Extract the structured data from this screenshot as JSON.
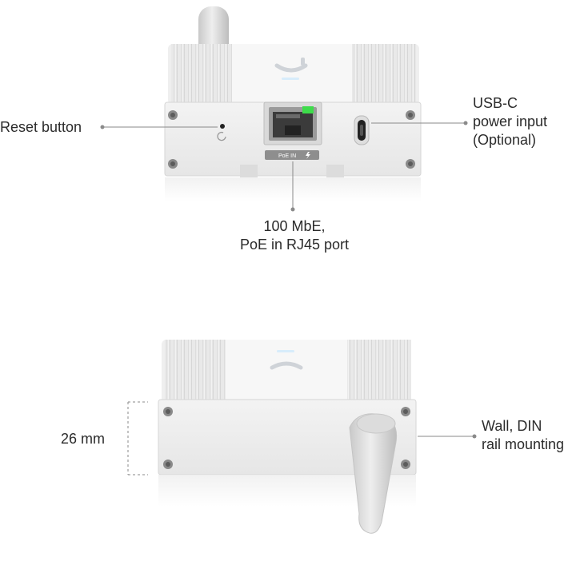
{
  "callouts": {
    "reset_button": "Reset button",
    "usb_c": [
      "USB-C",
      "power input",
      "(Optional)"
    ],
    "rj45_port": [
      "100 MbE,",
      "PoE in RJ45 port"
    ],
    "height": "26 mm",
    "mounting": [
      "Wall, DIN",
      "rail mounting"
    ]
  },
  "device": {
    "port_tag": "PoE IN"
  }
}
